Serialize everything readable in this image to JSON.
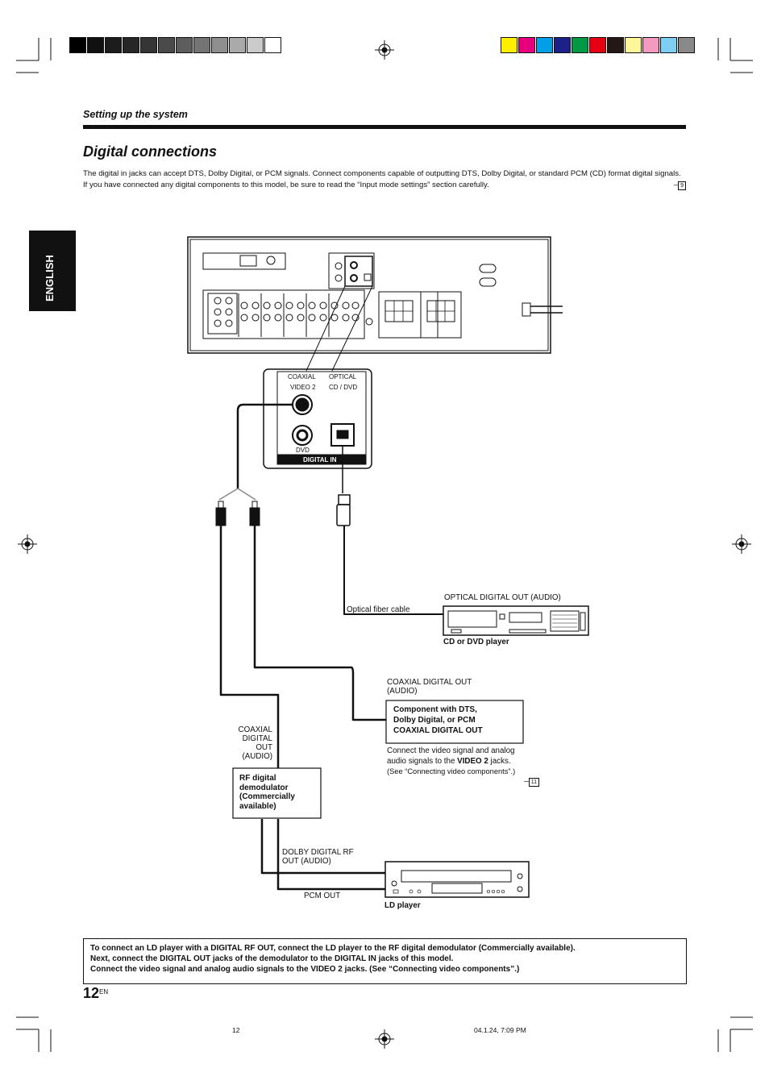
{
  "header": {
    "section_label": "Setting up the system",
    "title": "Digital connections"
  },
  "intro": {
    "line1": "The digital in jacks can accept DTS, Dolby Digital, or PCM signals. Connect components capable of outputting DTS, Dolby Digital, or standard PCM (CD) format digital signals.",
    "line2": "If you have connected any digital components to this model, be sure to read the “Input mode settings” section carefully.",
    "ref": "9"
  },
  "side_tab": "ENGLISH",
  "jack_panel": {
    "coaxial": "COAXIAL",
    "optical": "OPTICAL",
    "video2": "VIDEO 2",
    "cd_dvd": "CD / DVD",
    "dvd": "DVD",
    "digital_in": "DIGITAL IN"
  },
  "labels": {
    "optical_fiber_cable": "Optical fiber cable",
    "optical_digital_out": "OPTICAL DIGITAL OUT (AUDIO)",
    "cd_or_dvd_player": "CD or DVD player",
    "coaxial_digital_out_audio_1": "COAXIAL DIGITAL OUT",
    "coaxial_digital_out_audio_2": "(AUDIO)",
    "coax_left_1": "COAXIAL",
    "coax_left_2": "DIGITAL",
    "coax_left_3": "OUT",
    "coax_left_4": "(AUDIO)",
    "dolby_rf_1": "DOLBY DIGITAL RF",
    "dolby_rf_2": "OUT (AUDIO)",
    "pcm_out": "PCM OUT",
    "ld_player": "LD player"
  },
  "component_box": {
    "line1": "Component with DTS,",
    "line2": "Dolby Digital, or PCM",
    "line3": "COAXIAL DIGITAL OUT"
  },
  "connect_note": {
    "line1": "Connect the video signal and analog",
    "line2a": "audio signals to the ",
    "line2b": "VIDEO 2",
    "line2c": " jacks.",
    "line3": "(See “Connecting video components”.)",
    "ref": "11"
  },
  "rf_box": {
    "line1": "RF digital",
    "line2": "demodulator",
    "line3": "(Commercially",
    "line4": "available)"
  },
  "bottom_note": {
    "line1": "To connect an LD player with a DIGITAL RF OUT, connect the LD player to the RF digital demodulator (Commercially available).",
    "line2": "Next, connect the DIGITAL OUT jacks of the demodulator to the DIGITAL IN jacks of this model.",
    "line3": "Connect the video signal and analog audio signals to the VIDEO 2 jacks. (See “Connecting video components”.)"
  },
  "page": {
    "number": "12",
    "suffix": "EN"
  },
  "footer": {
    "page": "12",
    "timestamp": "04.1.24, 7:09 PM"
  },
  "colors": {
    "grays": [
      "#000000",
      "#111111",
      "#1c1c1c",
      "#262626",
      "#353535",
      "#4a4a4a",
      "#5d5d5d",
      "#747474",
      "#8f8f8f",
      "#aaaaaa",
      "#cbcbcb",
      "#ffffff"
    ],
    "process": [
      "#ffee00",
      "#e6007e",
      "#00a0e9",
      "#1d2088",
      "#009944",
      "#e60012",
      "#231815",
      "#fff799",
      "#f49ac1",
      "#7ecef4",
      "#898989"
    ]
  }
}
